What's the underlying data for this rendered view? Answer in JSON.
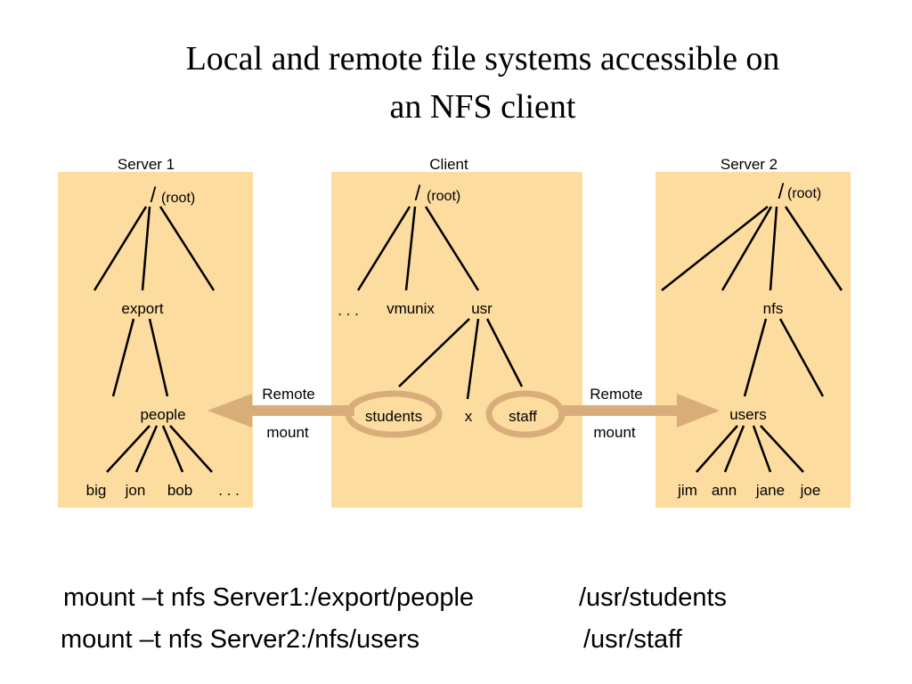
{
  "title": {
    "line1": "Local and remote file systems accessible on",
    "line2": "an NFS client"
  },
  "colors": {
    "panel_fill": "#fddc9f",
    "arrow_fill": "#d9ad7a",
    "line": "#000000"
  },
  "server1": {
    "label": "Server 1",
    "root_slash": "/",
    "root_label": "(root)",
    "export": "export",
    "people": "people",
    "leaves": [
      "big",
      "jon",
      "bob",
      ". . ."
    ]
  },
  "client": {
    "label": "Client",
    "root_slash": "/",
    "root_label": "(root)",
    "dots": ". . .",
    "vmunix": "vmunix",
    "usr": "usr",
    "students": "students",
    "x": "x",
    "staff": "staff"
  },
  "server2": {
    "label": "Server 2",
    "root_slash": "/",
    "root_label": "(root)",
    "nfs": "nfs",
    "users": "users",
    "leaves": [
      "jim",
      "ann",
      "jane",
      "joe"
    ]
  },
  "arrows": {
    "left_line1": "Remote",
    "left_line2": "mount",
    "right_line1": "Remote",
    "right_line2": "mount"
  },
  "commands": [
    {
      "command": "mount –t nfs Server1:/export/people",
      "target": "/usr/students"
    },
    {
      "command": "mount –t nfs Server2:/nfs/users",
      "target": "/usr/staff"
    }
  ]
}
